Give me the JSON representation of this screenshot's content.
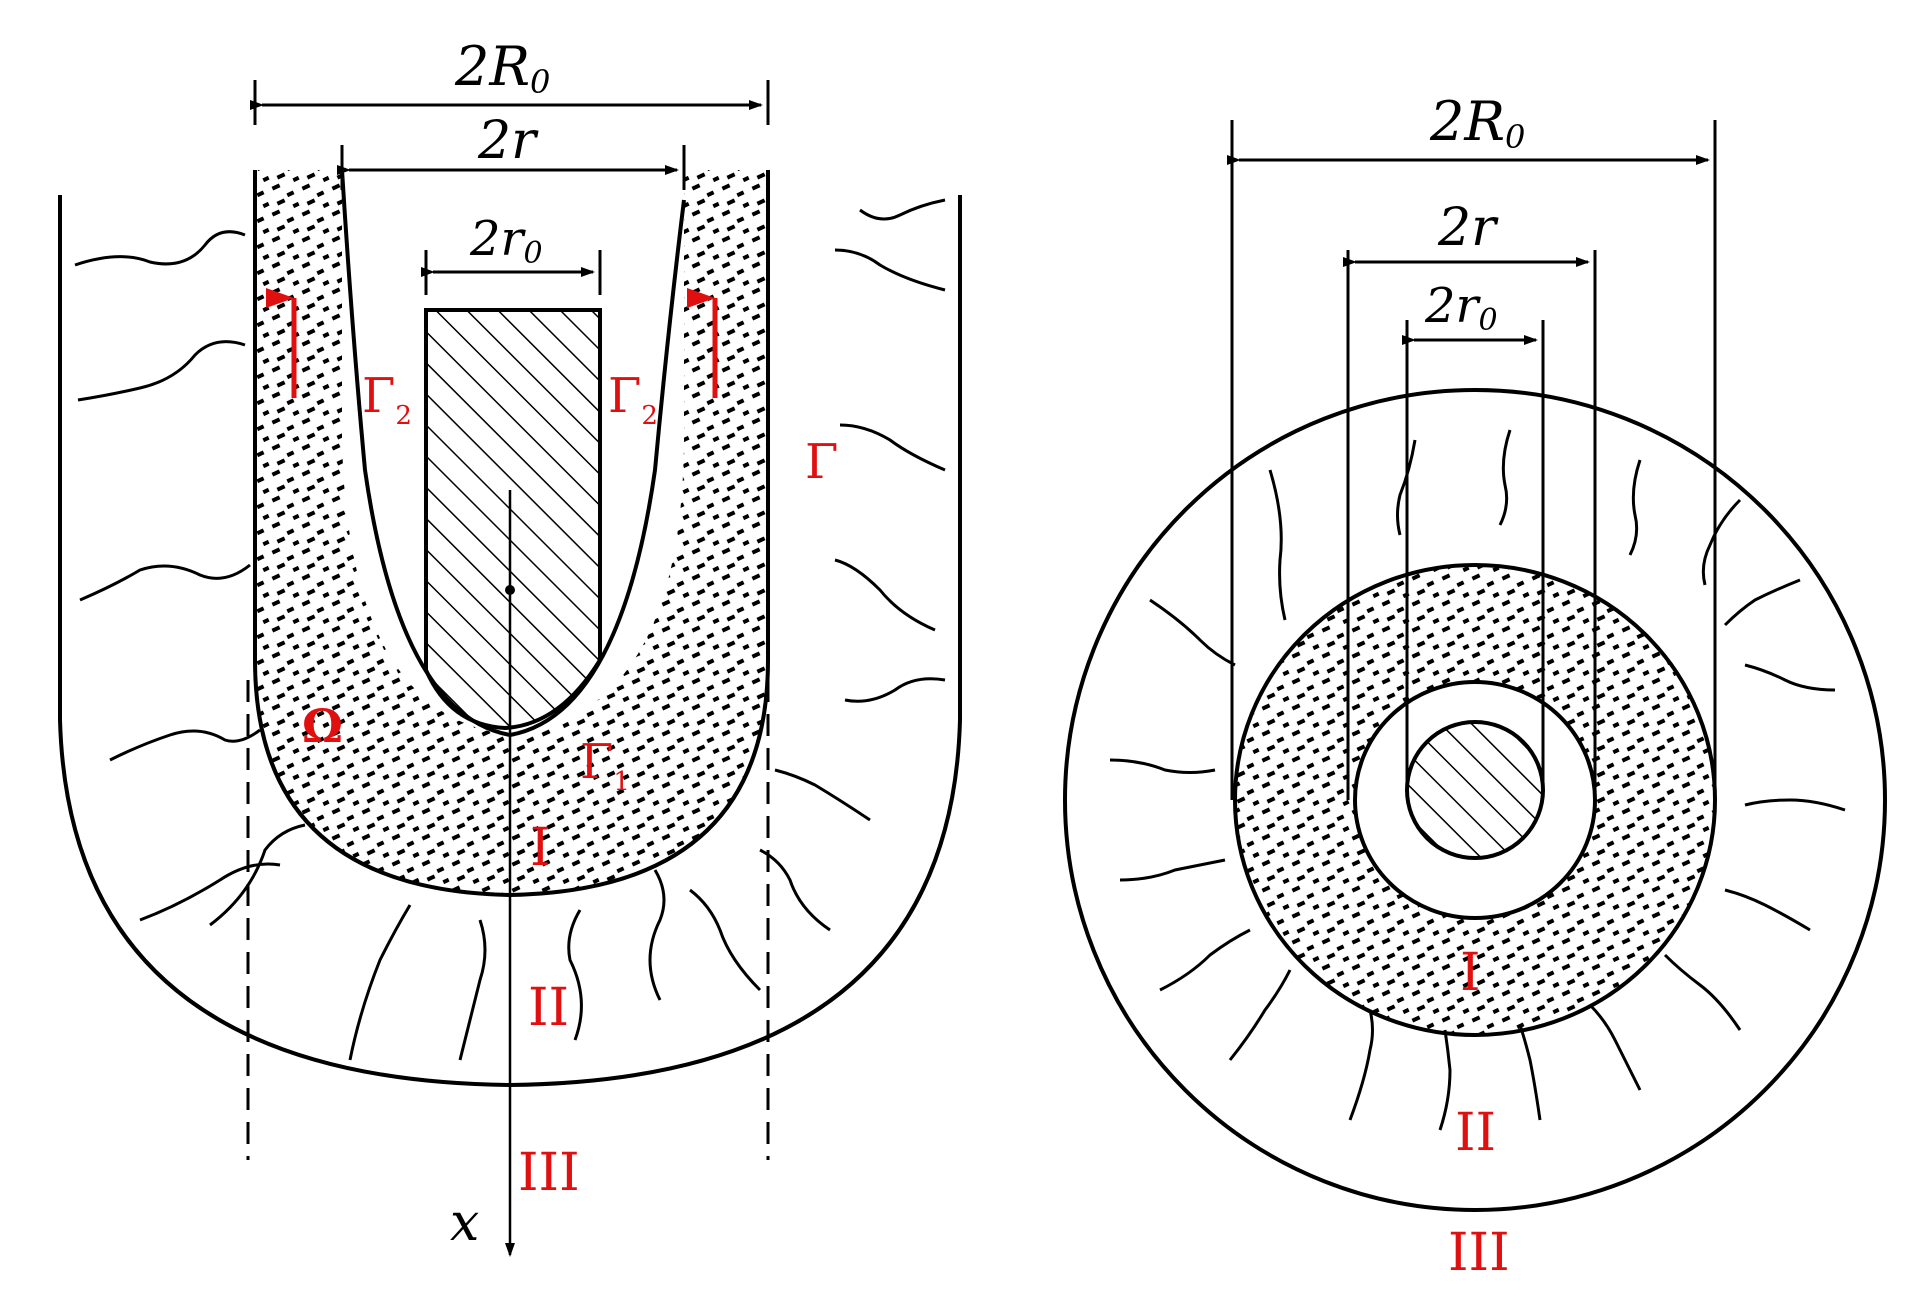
{
  "left": {
    "outer_dim": {
      "main": "2R",
      "sub": "0"
    },
    "mid_dim": {
      "main": "2r"
    },
    "inner_dim": {
      "main": "2r",
      "sub": "0"
    },
    "gamma2_left": {
      "main": "Γ",
      "sub": "2"
    },
    "gamma2_right": {
      "main": "Γ",
      "sub": "2"
    },
    "gamma": "Γ",
    "omega": "Ω",
    "gamma1": {
      "main": "Γ",
      "sub": "1"
    },
    "zone1": "I",
    "zone2": "II",
    "zone3": "III",
    "axis": "x"
  },
  "right": {
    "outer_dim": {
      "main": "2R",
      "sub": "0"
    },
    "mid_dim": {
      "main": "2r"
    },
    "inner_dim": {
      "main": "2r",
      "sub": "0"
    },
    "zone1": "I",
    "zone2": "II",
    "zone3": "III"
  },
  "colors": {
    "annotation": "#e01010",
    "line": "#000000"
  }
}
